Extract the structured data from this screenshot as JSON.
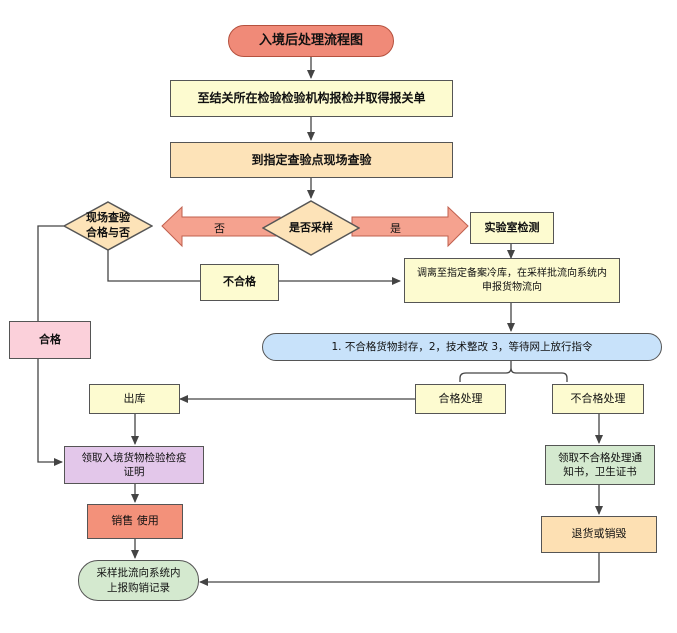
{
  "title": "入境后处理流程图",
  "steps": {
    "report": "至结关所在检验检验机构报检并取得报关单",
    "inspect": "到指定查验点现场查验",
    "site_check": "现场查验合格与否",
    "sampling": "是否采样",
    "lab": "实验室检测",
    "unqualified_tag": "不合格",
    "qualified_tag": "合格",
    "transfer": "调离至指定备案冷库，在采样批流向系统内申报货物流向",
    "wait": "1. 不合格货物封存，2，技术整改 3，等待网上放行指令",
    "ok_process": "合格处理",
    "ng_process": "不合格处理",
    "out": "出库",
    "certificate": "领取入境货物检验检疫证明",
    "sale": "销售 使用",
    "record": "采样批流向系统内上报购销记录",
    "notice": "领取不合格处理通知书，卫生证书",
    "return": "退货或销毁"
  },
  "branch_labels": {
    "no": "否",
    "yes": "是"
  },
  "colors": {
    "title_fill": "#f08a78",
    "pale_yellow": "#fdfbd0",
    "peach": "#fde3b8",
    "pink": "#fbd0da",
    "blue": "#c8e2fa",
    "purple": "#e3c7ea",
    "red": "#f3917a",
    "green": "#d4e9cf",
    "orange": "#fde0b3",
    "arrow": "#f5a28f",
    "line": "#444444"
  }
}
